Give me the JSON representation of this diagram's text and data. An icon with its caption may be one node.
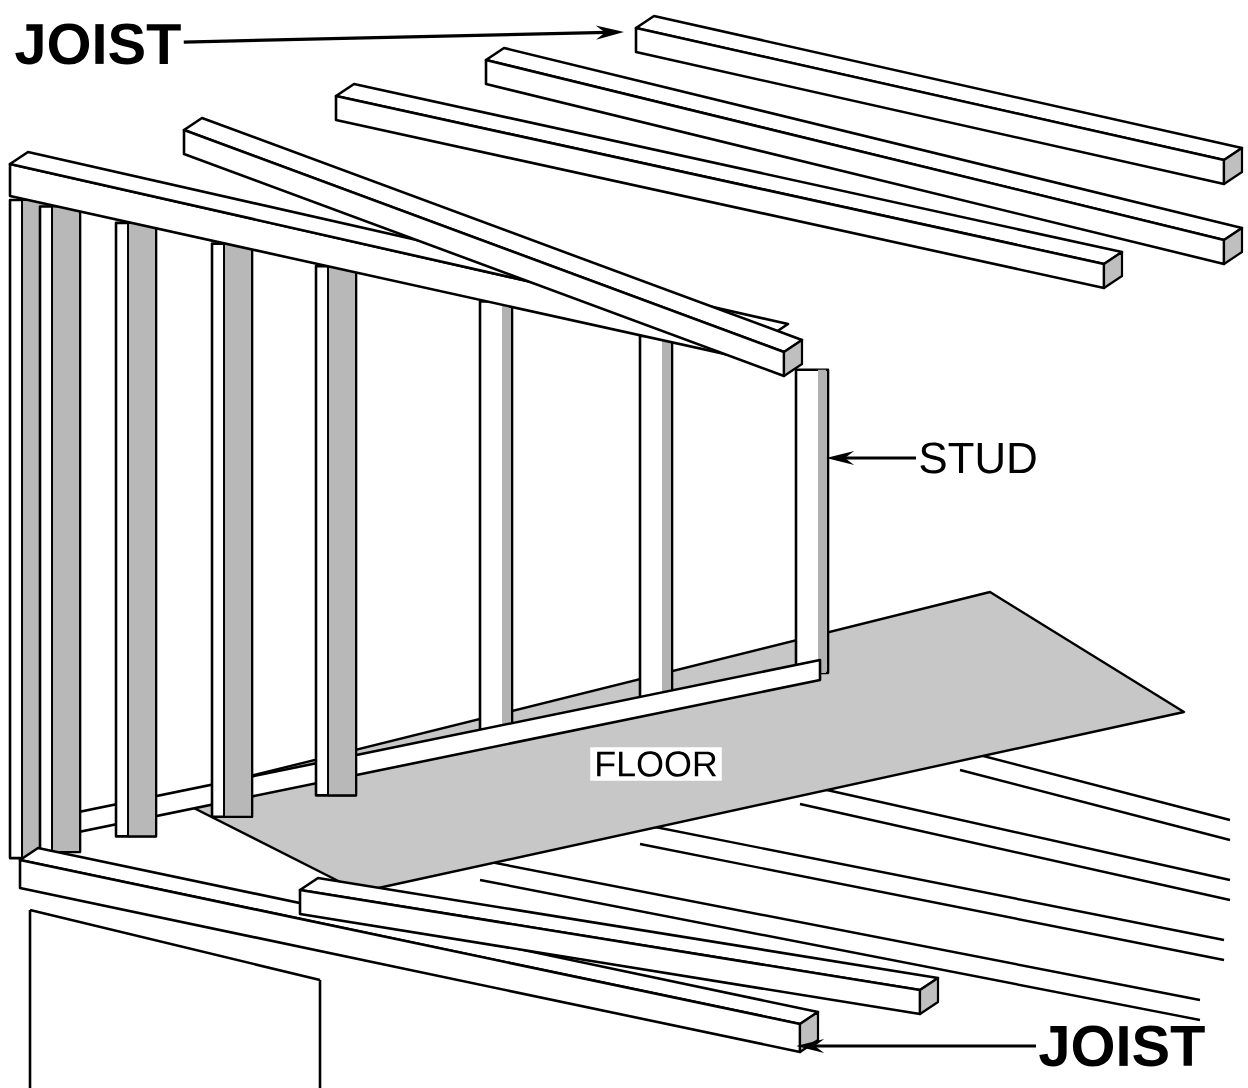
{
  "diagram": {
    "nodes": [
      {
        "text": [
          "JOIST"
        ]
      },
      {
        "text": [
          "STUD"
        ]
      },
      {
        "text": [
          "JOIST"
        ]
      }
    ],
    "edges": [
      {
        "from": 0,
        "to": null,
        "arrow": "to"
      },
      {
        "from": 1,
        "to": null,
        "arrow": "to"
      },
      {
        "from": 2,
        "to": null,
        "arrow": "to"
      }
    ],
    "labels": [
      "FLOOR"
    ]
  }
}
